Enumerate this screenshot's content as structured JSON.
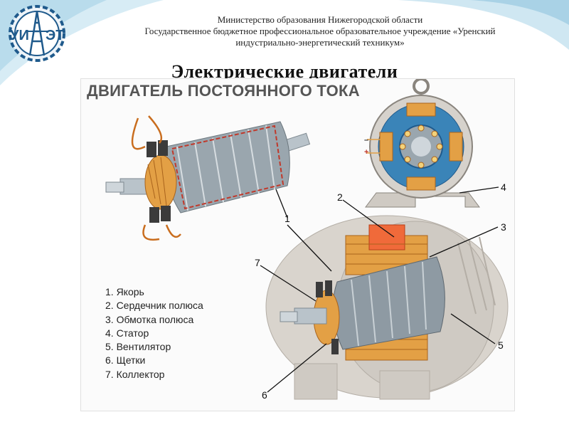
{
  "header": {
    "line1": "Министерство образования Нижегородской области",
    "line2": "Государственное бюджетное профессиональное образовательное учреждение «Уренский",
    "line3": "индустриально-энергетический техникум»"
  },
  "logo": {
    "text_left": "УИ",
    "text_right": "ЭТ",
    "icon": "gear-tower-icon"
  },
  "slide_title": "Электрические двигатели",
  "diagram": {
    "panel_title": "ДВИГАТЕЛЬ ПОСТОЯННОГО ТОКА",
    "legend": [
      "1. Якорь",
      "2. Сердечник полюса",
      "3. Обмотка полюса",
      "4. Статор",
      "5. Вентилятор",
      "6. Щетки",
      "7. Коллектор"
    ],
    "callouts": {
      "c1": "1",
      "c2": "2",
      "c3": "3",
      "c4": "4",
      "c5": "5",
      "c6": "6",
      "c7": "7"
    },
    "signs": {
      "minus": "–",
      "plus": "+"
    }
  },
  "colors": {
    "swoosh": "#a9d2e6",
    "logo_blue": "#1f5a8c",
    "copper": "#d9892f",
    "steel": "#8e9aa3",
    "housing": "#cfcac3"
  }
}
